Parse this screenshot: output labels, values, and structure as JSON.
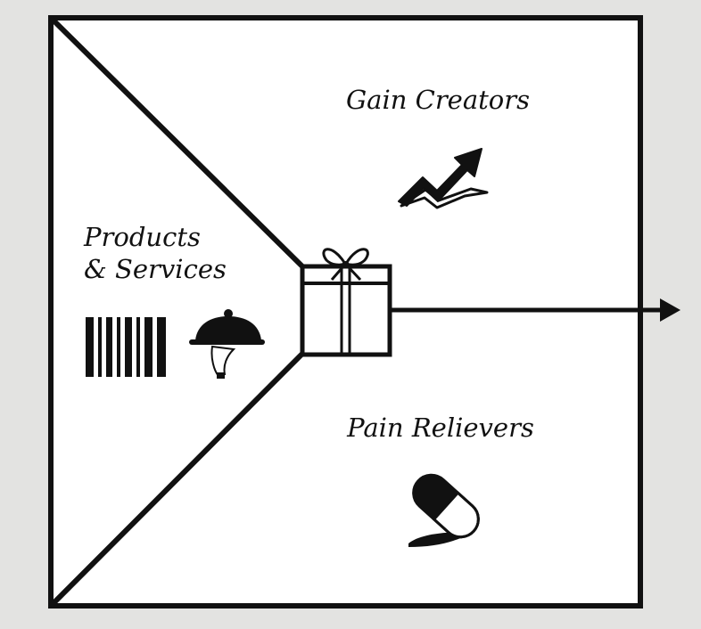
{
  "labels": {
    "gain_creators": "Gain Creators",
    "products_line1": "Products",
    "products_line2": "& Services",
    "pain_relievers": "Pain Relievers"
  },
  "icons": {
    "gain_creators": "rising-trend-arrow-icon",
    "products_barcode": "barcode-icon",
    "products_service": "serving-cloche-icon",
    "center": "gift-box-icon",
    "pain_relievers": "pill-capsule-icon",
    "output": "arrow-right-icon"
  },
  "colors": {
    "background": "#e3e3e1",
    "canvas": "#ffffff",
    "ink": "#111111"
  }
}
